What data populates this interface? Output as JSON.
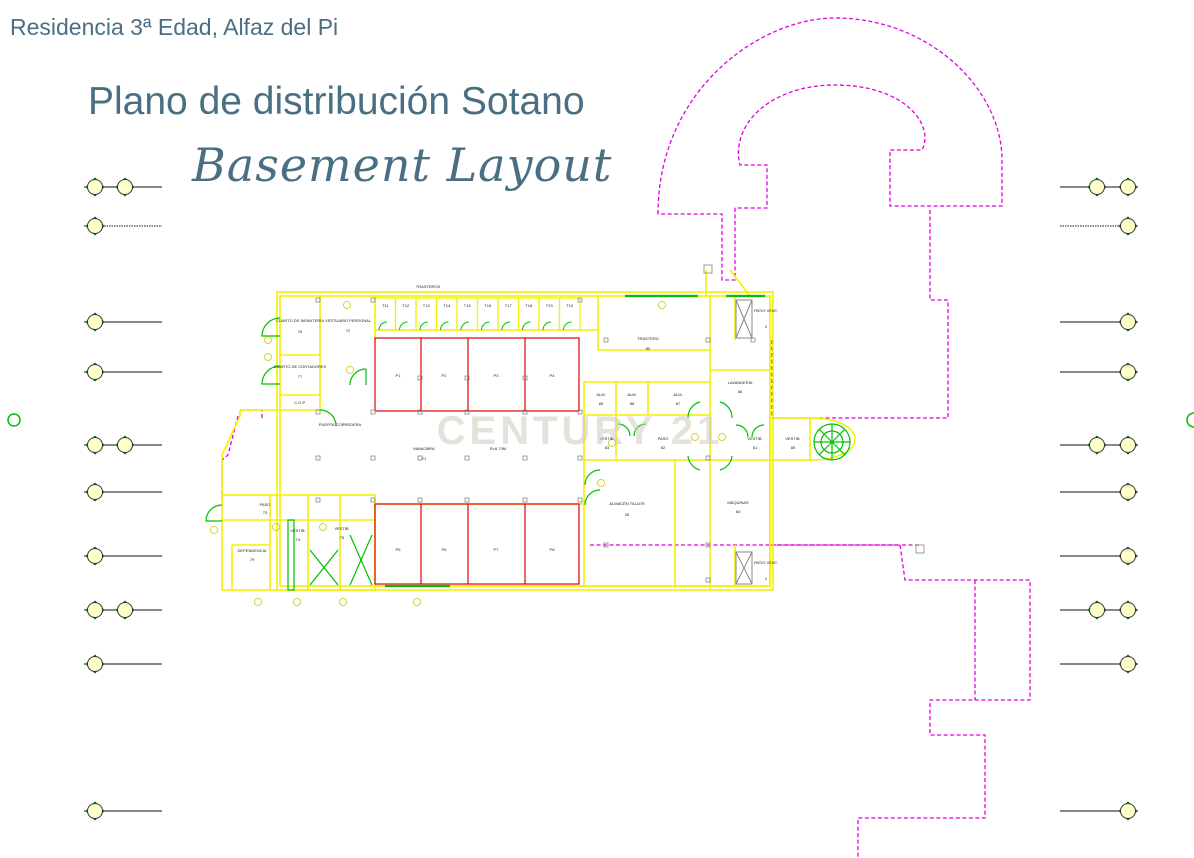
{
  "header": {
    "title": "Residencia 3ª Edad, Alfaz del Pi"
  },
  "plan": {
    "title": "Plano de distribución Sotano",
    "subtitle": "Basement Layout",
    "watermark": "CENTURY 21",
    "colors": {
      "walls": "#f2f200",
      "openings": "#00c000",
      "boundary": "#e000e0",
      "partition": "#e00000",
      "text": "#4a6f82"
    },
    "top_label": "TRASTEROS",
    "storage": [
      "T11",
      "T12",
      "T13",
      "T14",
      "T15",
      "T16",
      "T17",
      "T18",
      "T19",
      "T10"
    ],
    "parking": [
      "P1",
      "P2",
      "P3",
      "P4",
      "P5",
      "P6",
      "P7",
      "P8"
    ],
    "rooms": {
      "cuarto_infanteria": "CUARTO DE INFANTERÍA",
      "cuarto_infanteria_num": "76",
      "cuarto_contadores": "CUARTO DE CONTADORES",
      "cuarto_contadores_num": "77",
      "cgp": "C.G.P.",
      "vestuario_personal": "VESTUARIO PERSONAL",
      "vestuario_personal_num": "72",
      "trastero": "TRASTERO",
      "trastero_num": "80",
      "lavanderia": "LAVANDERÍA",
      "lavanderia_num": "86",
      "patio_vent2": "PATIO VENT.",
      "patio_vent2_num": "2",
      "patio_vent1": "PATIO VENT.",
      "patio_vent1_num": "1",
      "alm1": "ALM.",
      "alm1_num": "85",
      "alm2": "ALM.",
      "alm2_num": "88",
      "alm3": "ALM.",
      "alm3_num": "87",
      "puerta": "PUERTA CORREDERA",
      "maniobra": "MANIOBRA",
      "maniobra_num": "71",
      "rodadura": "R=6.70M",
      "vestib1": "VESTIB.",
      "vestib1_num": "83",
      "paso1": "PASO",
      "paso1_num": "82",
      "vestib2": "VESTIB.",
      "vestib2_num": "81",
      "vestib3": "VESTIB.",
      "vestib3_num": "85",
      "almacen": "ALMACÉN TALLER",
      "almacen_num": "28",
      "maquinas": "MÁQUINAS",
      "maquinas_num": "84",
      "paso2": "PASO",
      "paso2_num": "73",
      "vestib4": "VESTIB.",
      "vestib4_num": "74",
      "vestib5": "VESTIB.",
      "vestib5_num": "75",
      "dependencia": "DEPENDENCIA",
      "dependencia_num": "79"
    }
  }
}
